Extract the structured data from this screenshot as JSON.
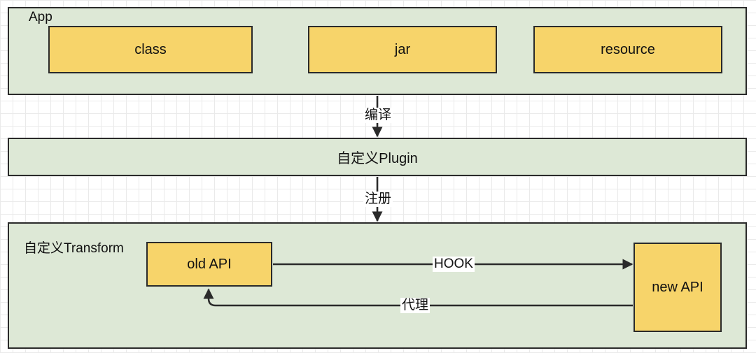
{
  "app": {
    "label": "App",
    "nodes": {
      "class": "class",
      "jar": "jar",
      "resource": "resource"
    }
  },
  "plugin": {
    "label": "自定义Plugin"
  },
  "transform": {
    "label": "自定义Transform",
    "old_api": "old API",
    "new_api": "new API"
  },
  "edges": {
    "compile": "编译",
    "register": "注册",
    "hook": "HOOK",
    "proxy": "代理"
  },
  "colors": {
    "container_fill": "#dde8d6",
    "node_fill": "#f7d46a",
    "stroke": "#2a2a2a"
  }
}
